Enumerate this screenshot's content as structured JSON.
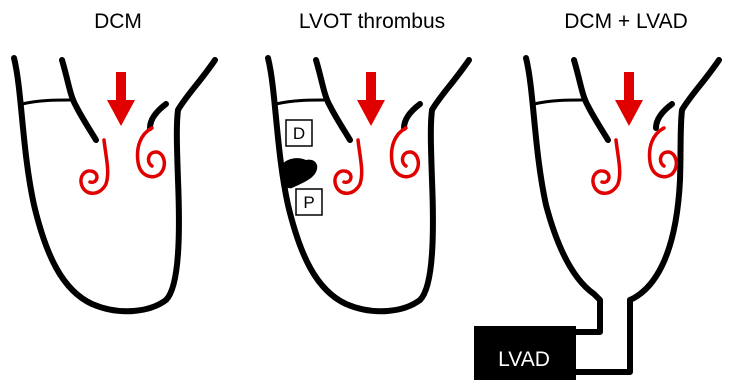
{
  "panels": {
    "dcm": {
      "title": "DCM"
    },
    "lvot": {
      "title": "LVOT thrombus",
      "box_top": "D",
      "box_bottom": "P"
    },
    "lvad": {
      "title": "DCM + LVAD",
      "device_label": "LVAD"
    }
  },
  "colors": {
    "outline": "#000000",
    "flow": "#e00000",
    "background": "#ffffff"
  },
  "icons": [
    "down-arrow-icon",
    "vortex-spiral-icon"
  ]
}
